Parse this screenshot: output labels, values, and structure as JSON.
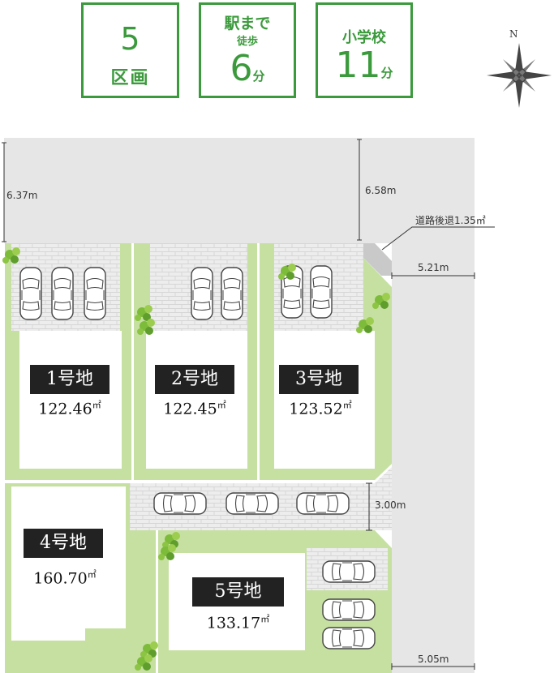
{
  "badges": {
    "lots": {
      "number": "5",
      "label": "区画"
    },
    "station": {
      "line1": "駅まで",
      "line2": "徒歩",
      "number": "6",
      "unit": "分"
    },
    "school": {
      "label": "小学校",
      "number": "11",
      "unit": "分"
    }
  },
  "compass": {
    "north": "N"
  },
  "dimensions": {
    "road_west": "6.37m",
    "road_east": "6.58m",
    "setback": "道路後退1.35㎡",
    "frontage_3": "5.21m",
    "driveway": "3.00m",
    "frontage_5": "5.05m"
  },
  "lots": [
    {
      "name": "1号地",
      "area": "122.46",
      "unit": "㎡"
    },
    {
      "name": "2号地",
      "area": "122.45",
      "unit": "㎡"
    },
    {
      "name": "3号地",
      "area": "123.52",
      "unit": "㎡"
    },
    {
      "name": "4号地",
      "area": "160.70",
      "unit": "㎡"
    },
    {
      "name": "5号地",
      "area": "133.17",
      "unit": "㎡"
    }
  ],
  "colors": {
    "accent": "#3b9a3c",
    "road": "#e6e6e6",
    "lot_green": "#c6e0a2",
    "paving": "#ececec",
    "label_bg": "#222222"
  }
}
